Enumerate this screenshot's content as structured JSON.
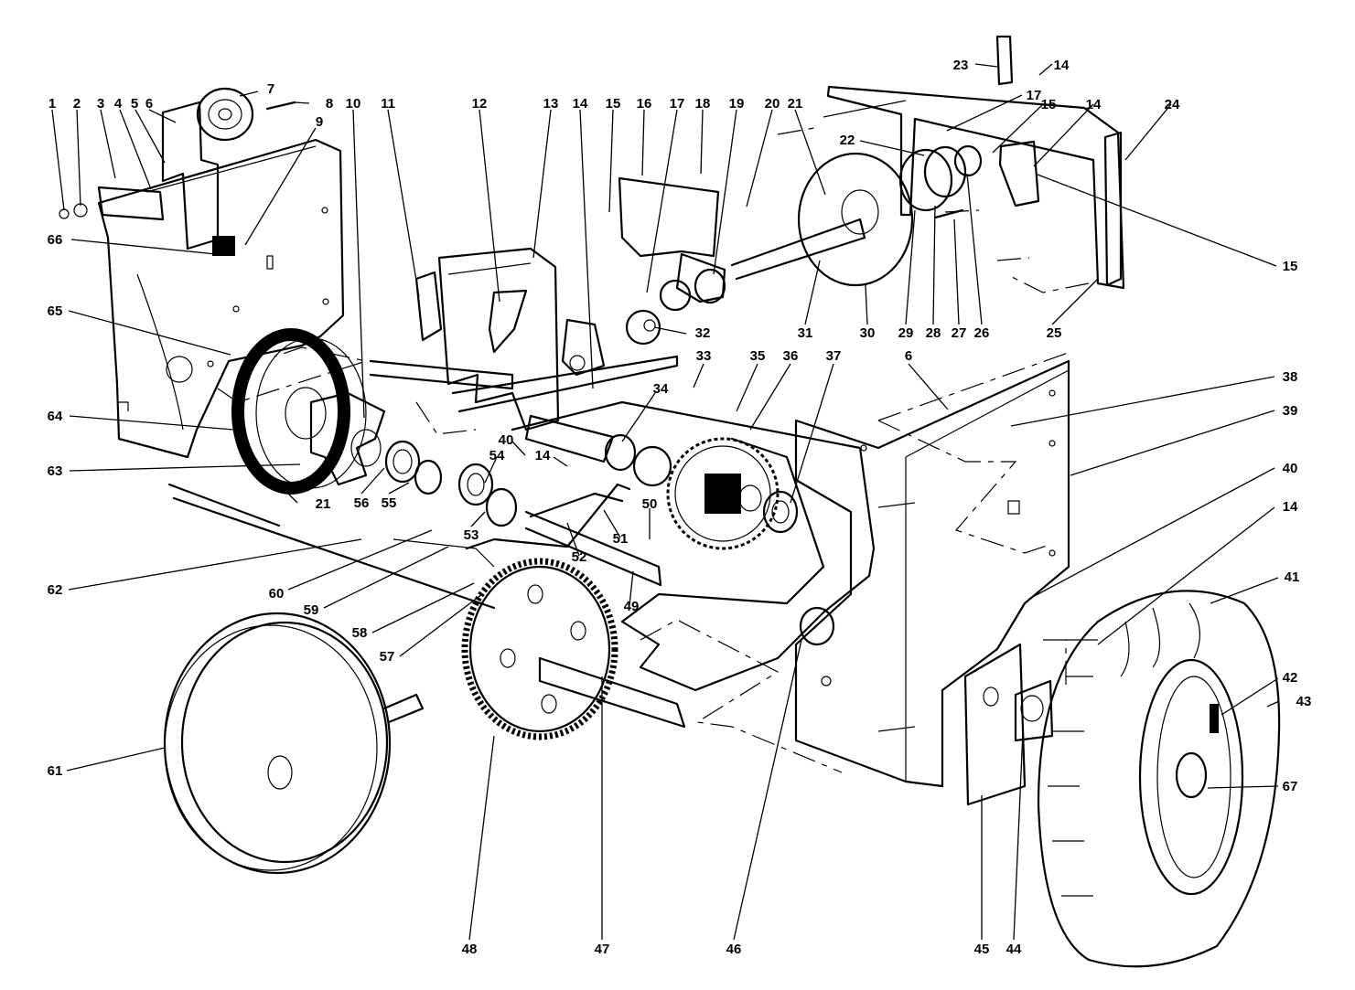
{
  "callouts": [
    {
      "n": "1"
    },
    {
      "n": "2"
    },
    {
      "n": "3"
    },
    {
      "n": "4"
    },
    {
      "n": "5"
    },
    {
      "n": "6"
    },
    {
      "n": "7"
    },
    {
      "n": "8"
    },
    {
      "n": "9"
    },
    {
      "n": "10"
    },
    {
      "n": "11"
    },
    {
      "n": "12"
    },
    {
      "n": "13"
    },
    {
      "n": "14"
    },
    {
      "n": "15"
    },
    {
      "n": "16"
    },
    {
      "n": "17"
    },
    {
      "n": "18"
    },
    {
      "n": "19"
    },
    {
      "n": "20"
    },
    {
      "n": "21"
    },
    {
      "n": "23"
    },
    {
      "n": "14"
    },
    {
      "n": "17"
    },
    {
      "n": "15"
    },
    {
      "n": "14"
    },
    {
      "n": "24"
    },
    {
      "n": "22"
    },
    {
      "n": "15"
    },
    {
      "n": "66"
    },
    {
      "n": "65"
    },
    {
      "n": "32"
    },
    {
      "n": "31"
    },
    {
      "n": "30"
    },
    {
      "n": "29"
    },
    {
      "n": "28"
    },
    {
      "n": "27"
    },
    {
      "n": "26"
    },
    {
      "n": "25"
    },
    {
      "n": "33"
    },
    {
      "n": "35"
    },
    {
      "n": "36"
    },
    {
      "n": "37"
    },
    {
      "n": "6"
    },
    {
      "n": "38"
    },
    {
      "n": "39"
    },
    {
      "n": "34"
    },
    {
      "n": "64"
    },
    {
      "n": "40"
    },
    {
      "n": "14"
    },
    {
      "n": "54"
    },
    {
      "n": "63"
    },
    {
      "n": "56"
    },
    {
      "n": "55"
    },
    {
      "n": "53"
    },
    {
      "n": "21"
    },
    {
      "n": "50"
    },
    {
      "n": "51"
    },
    {
      "n": "52"
    },
    {
      "n": "40"
    },
    {
      "n": "14"
    },
    {
      "n": "62"
    },
    {
      "n": "60"
    },
    {
      "n": "59"
    },
    {
      "n": "49"
    },
    {
      "n": "58"
    },
    {
      "n": "57"
    },
    {
      "n": "41"
    },
    {
      "n": "42"
    },
    {
      "n": "43"
    },
    {
      "n": "61"
    },
    {
      "n": "67"
    },
    {
      "n": "48"
    },
    {
      "n": "47"
    },
    {
      "n": "46"
    },
    {
      "n": "45"
    },
    {
      "n": "44"
    }
  ]
}
